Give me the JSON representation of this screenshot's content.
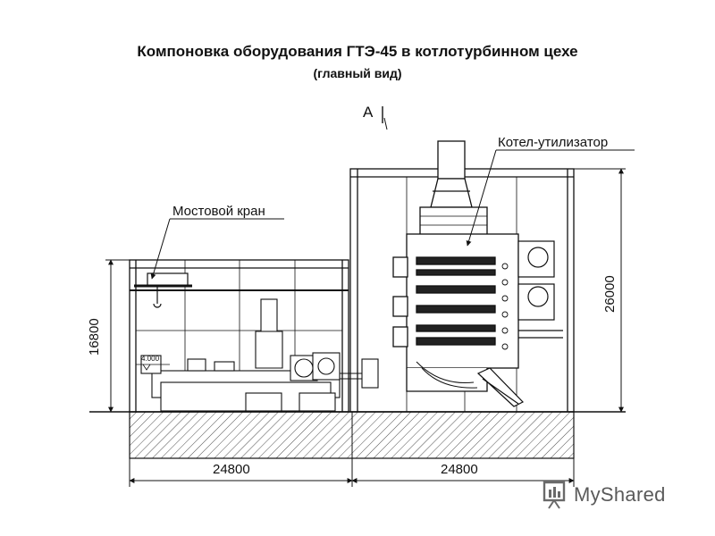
{
  "title": "Компоновка оборудования ГТЭ-45 в котлотурбинном цехе",
  "subtitle": "(главный вид)",
  "labels": {
    "view_mark": "А",
    "boiler": "Котел-утилизатор",
    "crane": "Мостовой кран",
    "elevation_mark": "4.000"
  },
  "dimensions": {
    "left_height": "16800",
    "right_height": "26000",
    "left_width": "24800",
    "right_width": "24800"
  },
  "brand": {
    "name": "MyShared",
    "icon": "presentation-board-icon"
  }
}
